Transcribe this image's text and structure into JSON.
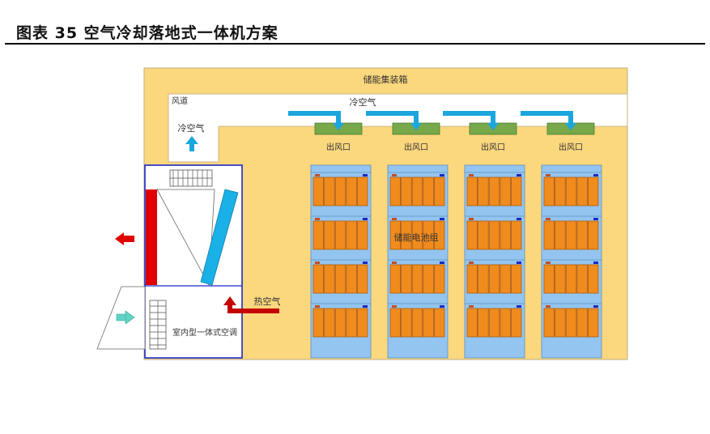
{
  "figure": {
    "title": "图表 35 空气冷却落地式一体机方案"
  },
  "diagram": {
    "container_label": "储能集装箱",
    "duct_label": "风道",
    "cold_air_top_label": "冷空气",
    "cold_air_left_label": "冷空气",
    "hot_air_label": "热空气",
    "outlet_label": "出风口",
    "battery_label": "储能电池组",
    "ac_label": "室内型一体式空调",
    "colors": {
      "container": "#fbd77d",
      "container_border": "#c9b98a",
      "rack_blue": "#93c5f0",
      "cell_orange": "#f08b1e",
      "vent_green": "#77a84a",
      "arrow_blue": "#1ca6de",
      "hot_red": "#e00000",
      "ac_border": "#1b28c6",
      "cooling_blue": "#1ab0e8"
    },
    "icons": [
      "fan-icon",
      "cold-air-arrow-icon",
      "hot-air-arrow-icon",
      "exhaust-arrow-icon",
      "intake-arrow-icon"
    ]
  }
}
